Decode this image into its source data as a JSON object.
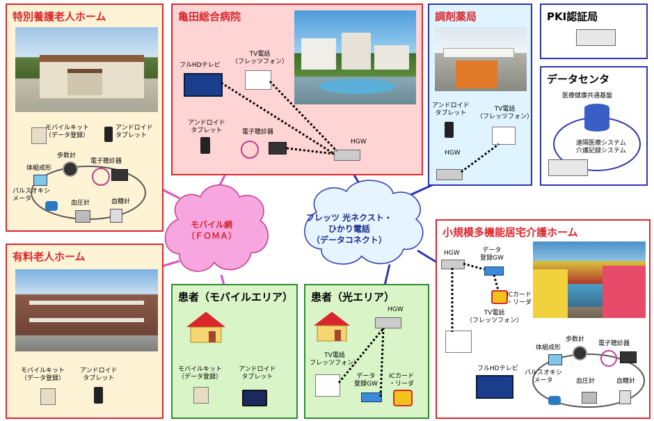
{
  "panels": {
    "tokuyo": {
      "title": "特別養護老人ホーム"
    },
    "kameda": {
      "title": "亀田総合病院"
    },
    "pharmacy": {
      "title": "調剤薬局"
    },
    "pki": {
      "title": "PKI認証局"
    },
    "datacenter": {
      "title": "データセンタ",
      "platform": "医療健康共通基盤",
      "system1": "遠隔医療システム",
      "system2": "介護記録システム"
    },
    "yuryo": {
      "title": "有料老人ホーム"
    },
    "mobile_patient": {
      "title": "患者（モバイルエリア）"
    },
    "hikari_patient": {
      "title": "患者（光エリア）"
    },
    "shokibo": {
      "title": "小規模多機能居宅介護ホーム"
    }
  },
  "clouds": {
    "mobile": {
      "line1": "モバイル網",
      "line2": "（ＦＯＭＡ）"
    },
    "flets": {
      "line1": "フレッツ 光ネクスト・",
      "line2": "ひかり電話",
      "line3": "（データコネクト）"
    }
  },
  "labels": {
    "mobile_kit": "モバイルキット",
    "data_entry": "（データ登録）",
    "android": "アンドロイド",
    "tablet": "タブレット",
    "pedometer": "歩数計",
    "body_comp": "体組成形",
    "stethoscope": "電子聴診器",
    "pulse_ox1": "パルスオキシ",
    "pulse_ox2": "メータ",
    "bp": "血圧計",
    "glucose": "血糖計",
    "fullhd_tv": "フルHDテレビ",
    "tv_phone": "TV電話",
    "flets_phone": "（フレッツフォン）",
    "flets_phone_b": "フレッツフォン）",
    "hgw": "HGW",
    "data": "データ",
    "reg_gw": "登録GW",
    "ic_card": "ICカード",
    "reader": "・リーダ"
  },
  "colors": {
    "red": "#d9262c",
    "blue": "#2a36b0",
    "green": "#2e8a2e",
    "pink": "#ffd4d4",
    "lightblue": "#dff4ff",
    "lightgreen": "#d9f5c8",
    "beige": "#fff3d6",
    "cloud_pink": "#f7a6e0",
    "cloud_blue": "#e6f4ff"
  }
}
